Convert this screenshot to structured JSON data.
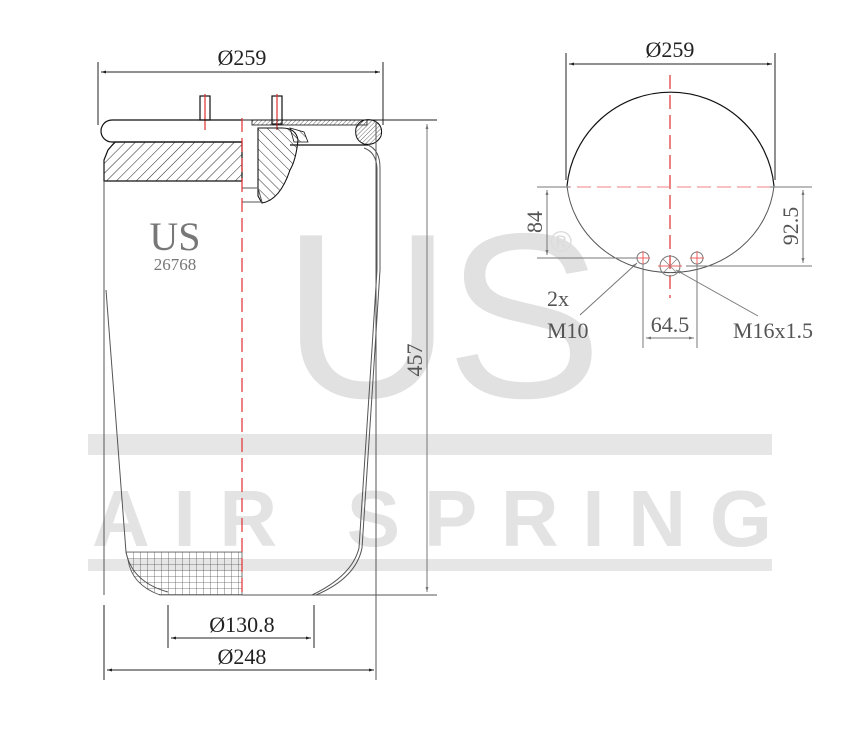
{
  "watermark": {
    "logo": "US",
    "registered_mark": "®",
    "tagline": "AIR SPRING",
    "color": "#e3e3e3"
  },
  "side_view": {
    "brand_label": "US",
    "part_number": "26768",
    "dimensions": {
      "top_diameter": "Ø259",
      "height": "457",
      "piston_diameter": "Ø130.8",
      "bottom_diameter": "Ø248"
    }
  },
  "top_view": {
    "dimensions": {
      "plate_diameter": "Ø259",
      "offset_left": "84",
      "offset_right": "92.5",
      "bolt_spacing": "64.5"
    },
    "callouts": {
      "stud_count": "2x",
      "stud_thread": "M10",
      "air_inlet_thread": "M16x1.5"
    }
  },
  "colors": {
    "outline": "#111111",
    "centerline": "#e03030",
    "dimension_grey": "#777777",
    "watermark": "#e3e3e3"
  }
}
